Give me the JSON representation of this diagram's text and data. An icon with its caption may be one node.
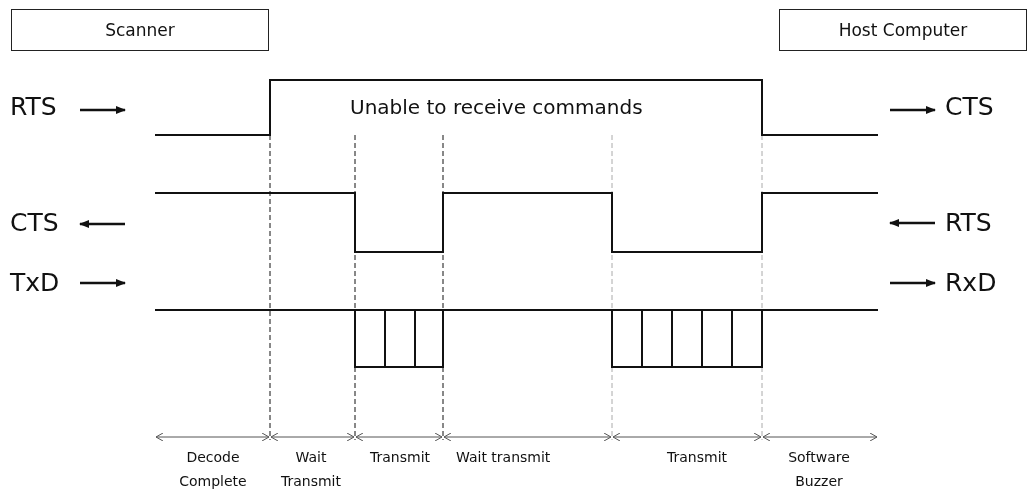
{
  "diagram": {
    "nodes": [
      {
        "text": [
          "Scanner"
        ]
      },
      {
        "text": [
          "Host Computer"
        ]
      }
    ],
    "labels": [
      "RTS",
      "Unable to receive commands",
      "CTS",
      "CTS",
      "RTS",
      "TxD",
      "RxD",
      "Decode Complete",
      "Wait Transmit",
      "Transmit",
      "Wait transmit",
      "Transmit",
      "Software Buzzer"
    ]
  }
}
